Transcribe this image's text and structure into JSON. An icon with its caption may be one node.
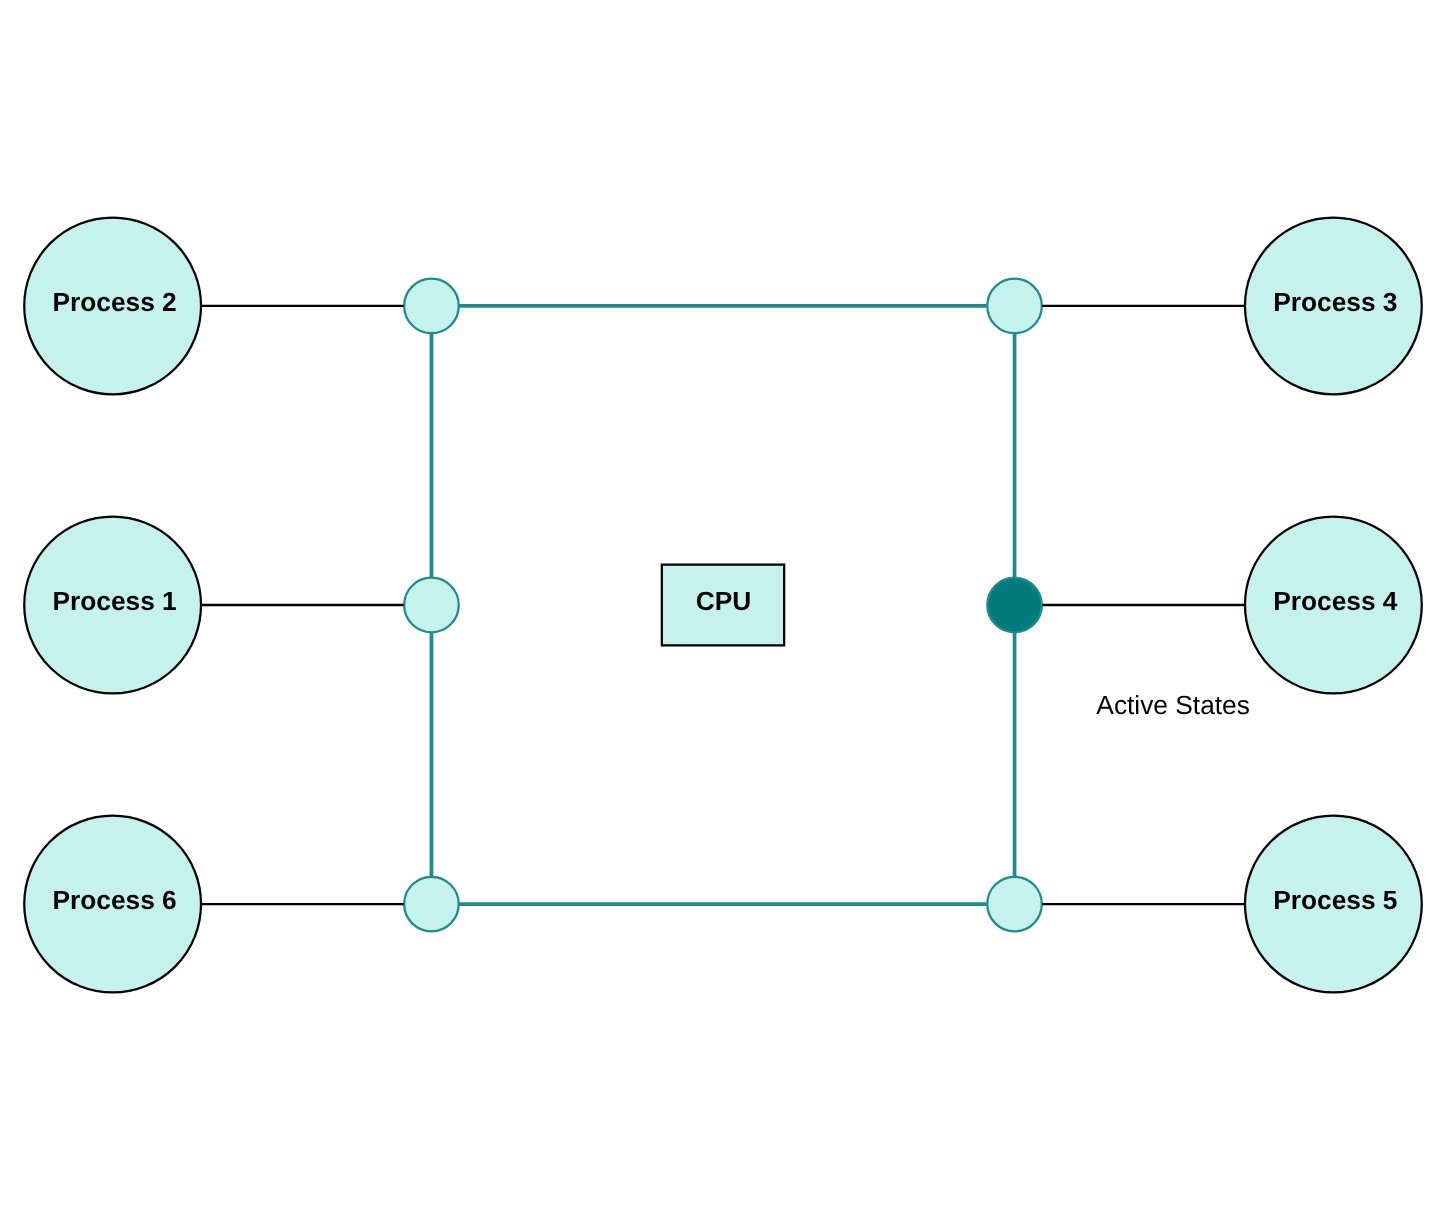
{
  "diagram": {
    "nodes": [
      {
        "text": [
          "Process 2"
        ]
      },
      {
        "text": [],
        "shape": "circle"
      },
      {
        "text": [],
        "shape": "circle"
      },
      {
        "text": [
          "Process 3"
        ]
      },
      {
        "text": [
          "Process 1"
        ]
      },
      {
        "text": [],
        "shape": "circle"
      },
      {
        "text": [
          "CPU"
        ]
      },
      {
        "text": [],
        "shape": "circle"
      },
      {
        "text": [
          "Process 4"
        ],
        "beside": [
          "Active States"
        ]
      },
      {
        "text": [
          "Process 6"
        ]
      },
      {
        "text": [],
        "shape": "circle"
      },
      {
        "text": [],
        "shape": "circle"
      },
      {
        "text": [
          "Process 5"
        ]
      }
    ],
    "edges": [
      {
        "from": 0,
        "to": 1,
        "arrow": "none"
      },
      {
        "from": 2,
        "to": 3,
        "arrow": "none"
      },
      {
        "from": 4,
        "to": 5,
        "arrow": "none"
      },
      {
        "from": 7,
        "to": 8,
        "arrow": "none"
      },
      {
        "from": 9,
        "to": 10,
        "arrow": "none"
      },
      {
        "from": 11,
        "to": 12,
        "arrow": "none"
      },
      {
        "from": 1,
        "to": 2,
        "arrow": "none",
        "color": "#1e8c8c"
      },
      {
        "from": 2,
        "to": 7,
        "arrow": "none",
        "color": "#1e8c8c"
      },
      {
        "from": 7,
        "to": 11,
        "arrow": "none",
        "color": "#1e8c8c"
      },
      {
        "from": 11,
        "to": 10,
        "arrow": "none",
        "color": "#1e8c8c"
      },
      {
        "from": 10,
        "to": 5,
        "arrow": "none",
        "color": "#1e8c8c"
      },
      {
        "from": 5,
        "to": 1,
        "arrow": "none",
        "color": "#1e8c8c"
      }
    ]
  }
}
